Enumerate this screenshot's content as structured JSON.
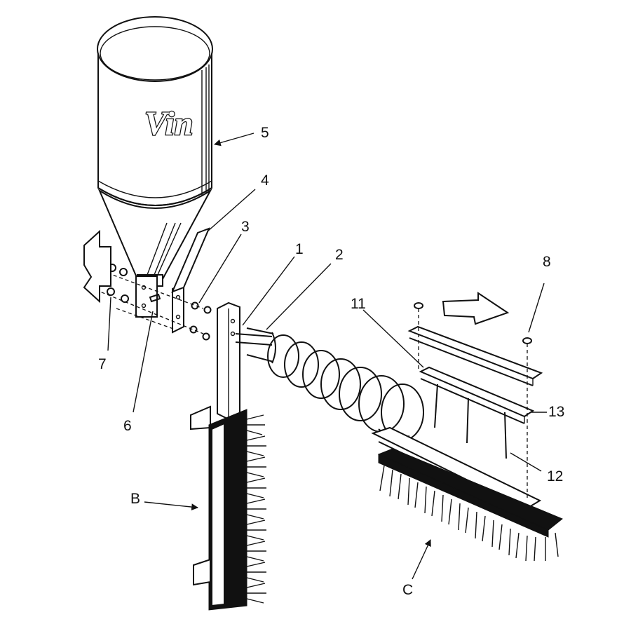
{
  "diagram": {
    "brand_text": "Vin",
    "callouts": {
      "c1": "1",
      "c2": "2",
      "c3": "3",
      "c4": "4",
      "c5": "5",
      "c6": "6",
      "c7": "7",
      "c8": "8",
      "c11": "11",
      "c12": "12",
      "c13": "13",
      "cB": "B",
      "cC": "C"
    }
  }
}
